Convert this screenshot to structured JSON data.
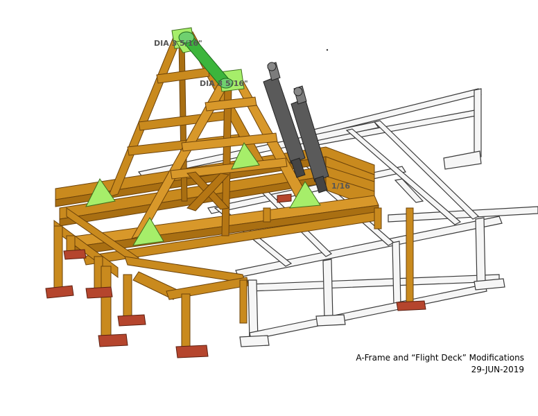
{
  "caption": {
    "title": "A-Frame and “Flight Deck” Modifications",
    "date": "29-JUN-2019"
  },
  "dimension_labels": [
    "DIA 3 5/16\"",
    "DIA 3 5/16\"",
    "1/16"
  ],
  "colors": {
    "wood": "#c98a1e",
    "wood_dark": "#7a4e0c",
    "gusset": "#a6ee6a",
    "pin": "#3cb53c",
    "cylinder": "#5a5a5a",
    "steel": "#f4f4f4",
    "steel_edge": "#444444",
    "footplate": "#b5452d"
  },
  "icons": [
    "a-frame-icon",
    "hydraulic-cylinder-icon",
    "pivot-pin-icon"
  ]
}
